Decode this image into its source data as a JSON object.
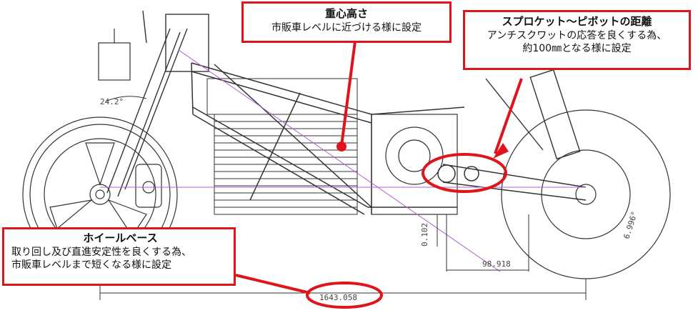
{
  "callouts": {
    "center_of_gravity": {
      "title": "重心高さ",
      "body": "市販車レベルに近づける様に設定"
    },
    "sprocket_pivot": {
      "title": "スプロケット〜ピボットの距離",
      "body_line1": "アンチスクワットの応答を良くする為、",
      "body_line2": "約100㎜となる様に設定"
    },
    "wheelbase": {
      "title": "ホイールベース",
      "body_line1": "取り回し及び直進安定性を良くする為、",
      "body_line2": "市販車レベルまで短くなる様に設定"
    }
  },
  "dimensions": {
    "caster_angle": "24.2°",
    "wheelbase": "1643.058",
    "pivot_offset": "98.918",
    "vertical_offset": "0.102",
    "rear_angle": "6.996°"
  },
  "colors": {
    "accent_red": "#e0141b",
    "line": "#333333",
    "magenta_line": "#b25fd0"
  }
}
